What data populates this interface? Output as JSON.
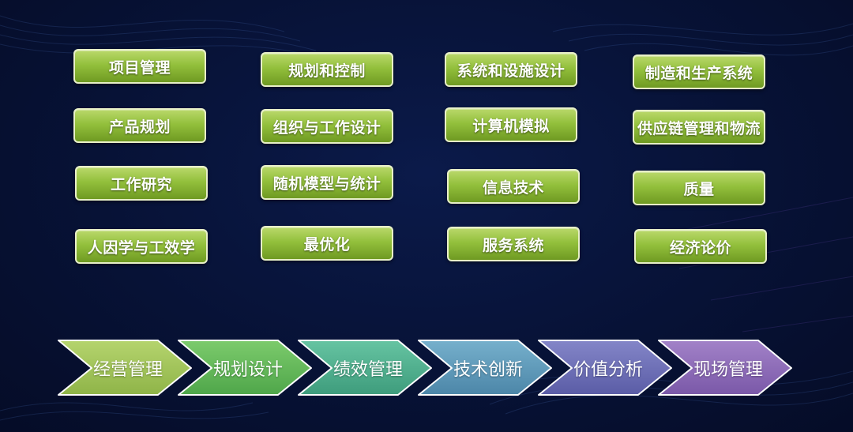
{
  "topics": [
    [
      "项目管理",
      "规划和控制",
      "系统和设施设计",
      "制造和生产系统"
    ],
    [
      "产品规划",
      "组织与工作设计",
      "计算机模拟",
      "供应链管理和物流"
    ],
    [
      "工作研究",
      "随机模型与统计",
      "信息技术",
      "质量"
    ],
    [
      "人因学与工效学",
      "最优化",
      "服务系统",
      "经济论价"
    ]
  ],
  "process_steps": [
    "经营管理",
    "规划设计",
    "绩效管理",
    "技术创新",
    "价值分析",
    "现场管理"
  ],
  "colors": {
    "tile_green": "#93c03c",
    "tile_border": "#e8f0c8",
    "background": "#071236",
    "step_colors": [
      "#9cc155",
      "#5fb85a",
      "#4aae8c",
      "#5a98b8",
      "#6b6fb4",
      "#8b66b0"
    ]
  }
}
